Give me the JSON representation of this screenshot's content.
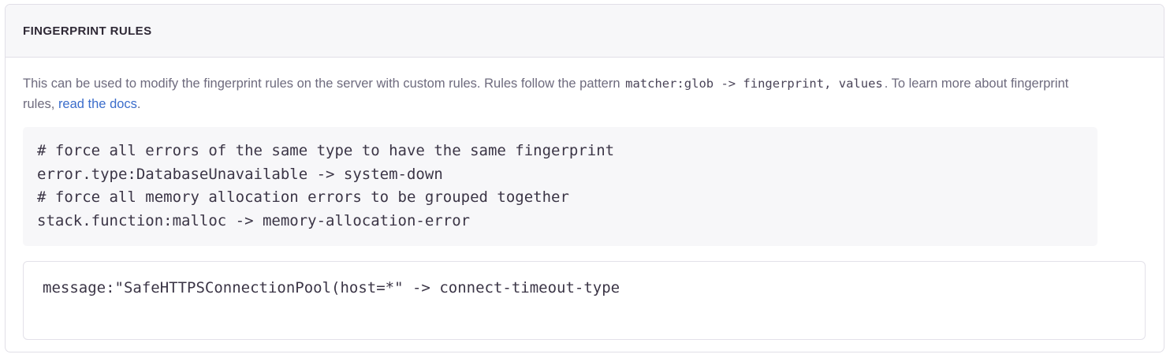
{
  "panel": {
    "title": "FINGERPRINT RULES",
    "description": {
      "part1": "This can be used to modify the fingerprint rules on the server with custom rules. Rules follow the pattern ",
      "inline_code": "matcher:glob -> fingerprint, values",
      "part2": ". To learn more about fingerprint rules, ",
      "link_label": "read the docs",
      "part3": "."
    },
    "example_code": "# force all errors of the same type to have the same fingerprint\nerror.type:DatabaseUnavailable -> system-down\n# force all memory allocation errors to be grouped together\nstack.function:malloc -> memory-allocation-error",
    "textarea": {
      "value": "message:\"SafeHTTPSConnectionPool(host=*\" -> connect-timeout-type",
      "placeholder": ""
    }
  },
  "colors": {
    "panel_border": "#E1DFE7",
    "header_bg": "#F7F7F9",
    "title": "#2F2936",
    "body_text": "#6E6B7E",
    "code_text": "#3B3546",
    "code_bg": "#F7F7F9",
    "link": "#3B6DCB"
  }
}
